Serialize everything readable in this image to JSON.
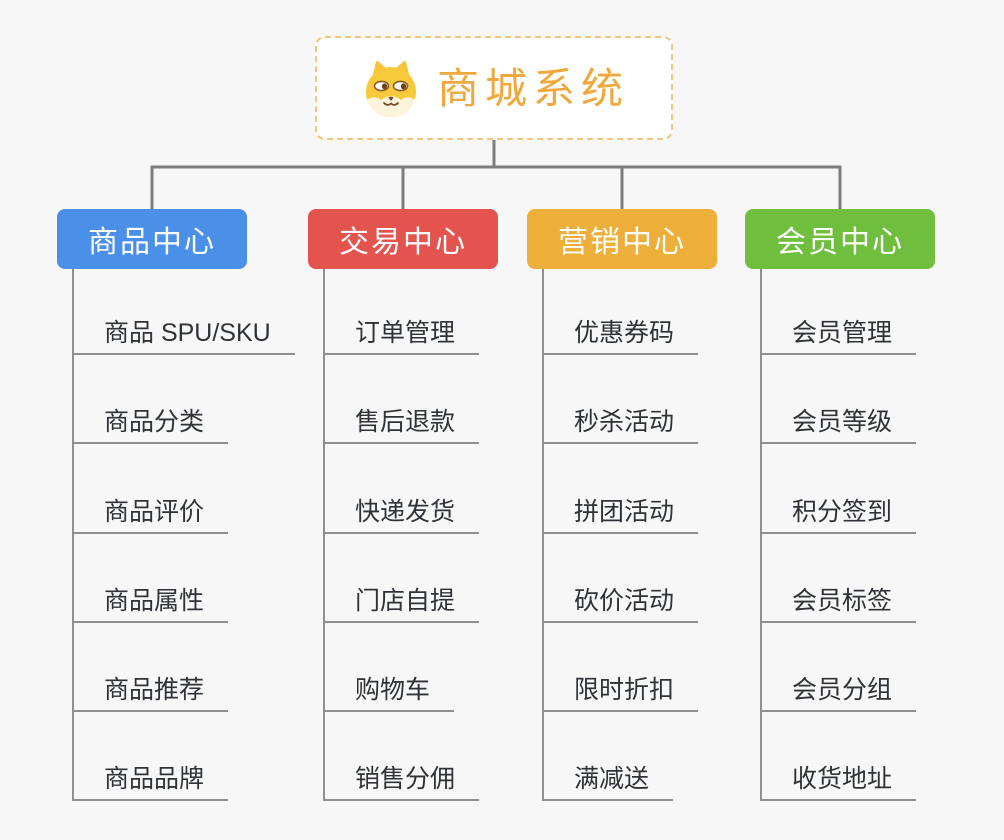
{
  "root": {
    "title": "商城系统",
    "icon": "dog-face-icon"
  },
  "colors": {
    "root_text": "#f0a73c",
    "root_border": "#f3c57d",
    "connector": "#7d7d7d",
    "underline": "#8f8f8f",
    "leaf_text": "#2f3338",
    "background": "#f7f7f7"
  },
  "branches": [
    {
      "label": "商品中心",
      "color": "#4a90e8",
      "items": [
        "商品 SPU/SKU",
        "商品分类",
        "商品评价",
        "商品属性",
        "商品推荐",
        "商品品牌"
      ]
    },
    {
      "label": "交易中心",
      "color": "#e4544f",
      "items": [
        "订单管理",
        "售后退款",
        "快递发货",
        "门店自提",
        "购物车",
        "销售分佣"
      ]
    },
    {
      "label": "营销中心",
      "color": "#edae3a",
      "items": [
        "优惠券码",
        "秒杀活动",
        "拼团活动",
        "砍价活动",
        "限时折扣",
        "满减送"
      ]
    },
    {
      "label": "会员中心",
      "color": "#6fbe3e",
      "items": [
        "会员管理",
        "会员等级",
        "积分签到",
        "会员标签",
        "会员分组",
        "收货地址"
      ]
    }
  ]
}
